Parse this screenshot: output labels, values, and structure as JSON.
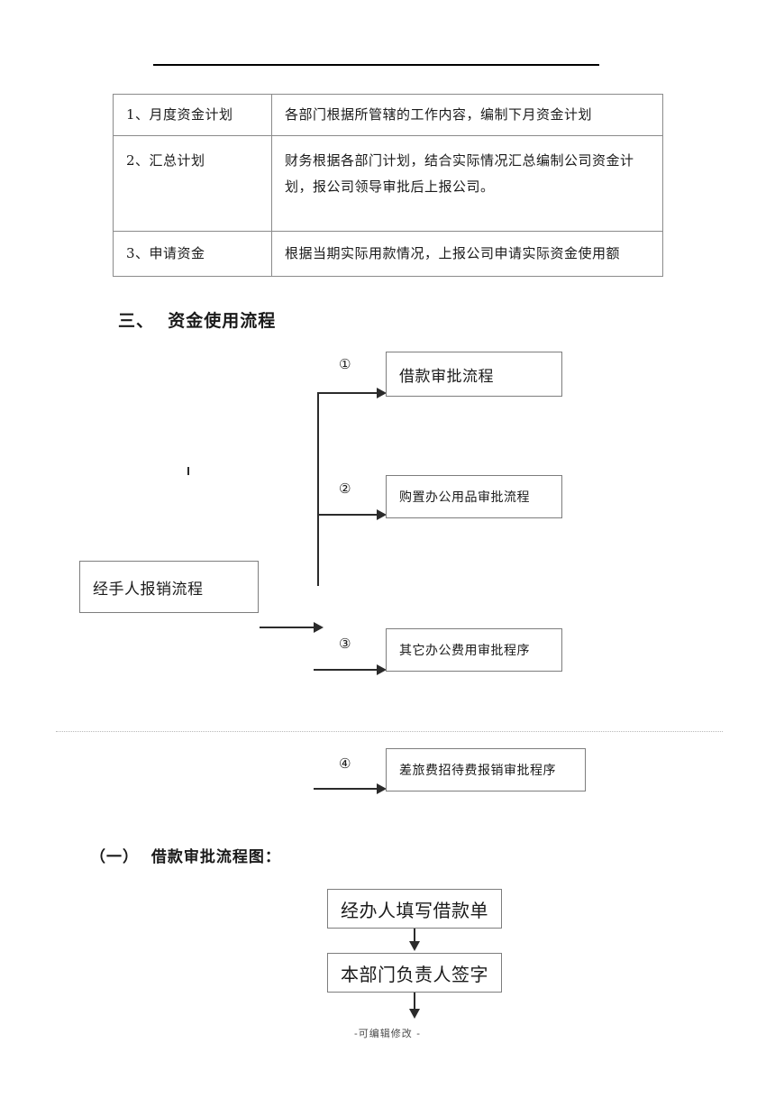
{
  "document": {
    "footer_note": "-可编辑修改 -"
  },
  "table": {
    "rows": [
      {
        "label": "1、月度资金计划",
        "description": "各部门根据所管辖的工作内容，编制下月资金计划"
      },
      {
        "label": "2、汇总计划",
        "description": "财务根据各部门计划，结合实际情况汇总编制公司资金计\n\n划，报公司领导审批后上报公司。"
      },
      {
        "label": "3、申请资金",
        "description": "根据当期实际用款情况，上报公司申请实际资金使用额"
      }
    ]
  },
  "sections": {
    "section_three_heading": "三、  资金使用流程",
    "subsection_one_heading": "（一）  借款审批流程图："
  },
  "usage_flow": {
    "source_box": "经手人报销流程",
    "branches": [
      {
        "marker": "①",
        "label": "借款审批流程"
      },
      {
        "marker": "②",
        "label": "购置办公用品审批流程"
      },
      {
        "marker": "③",
        "label": "其它办公费用审批程序"
      },
      {
        "marker": "④",
        "label": "差旅费招待费报销审批程序"
      }
    ]
  },
  "loan_flow": {
    "steps": [
      {
        "label": "经办人填写借款单"
      },
      {
        "label": "本部门负责人签字"
      }
    ]
  }
}
